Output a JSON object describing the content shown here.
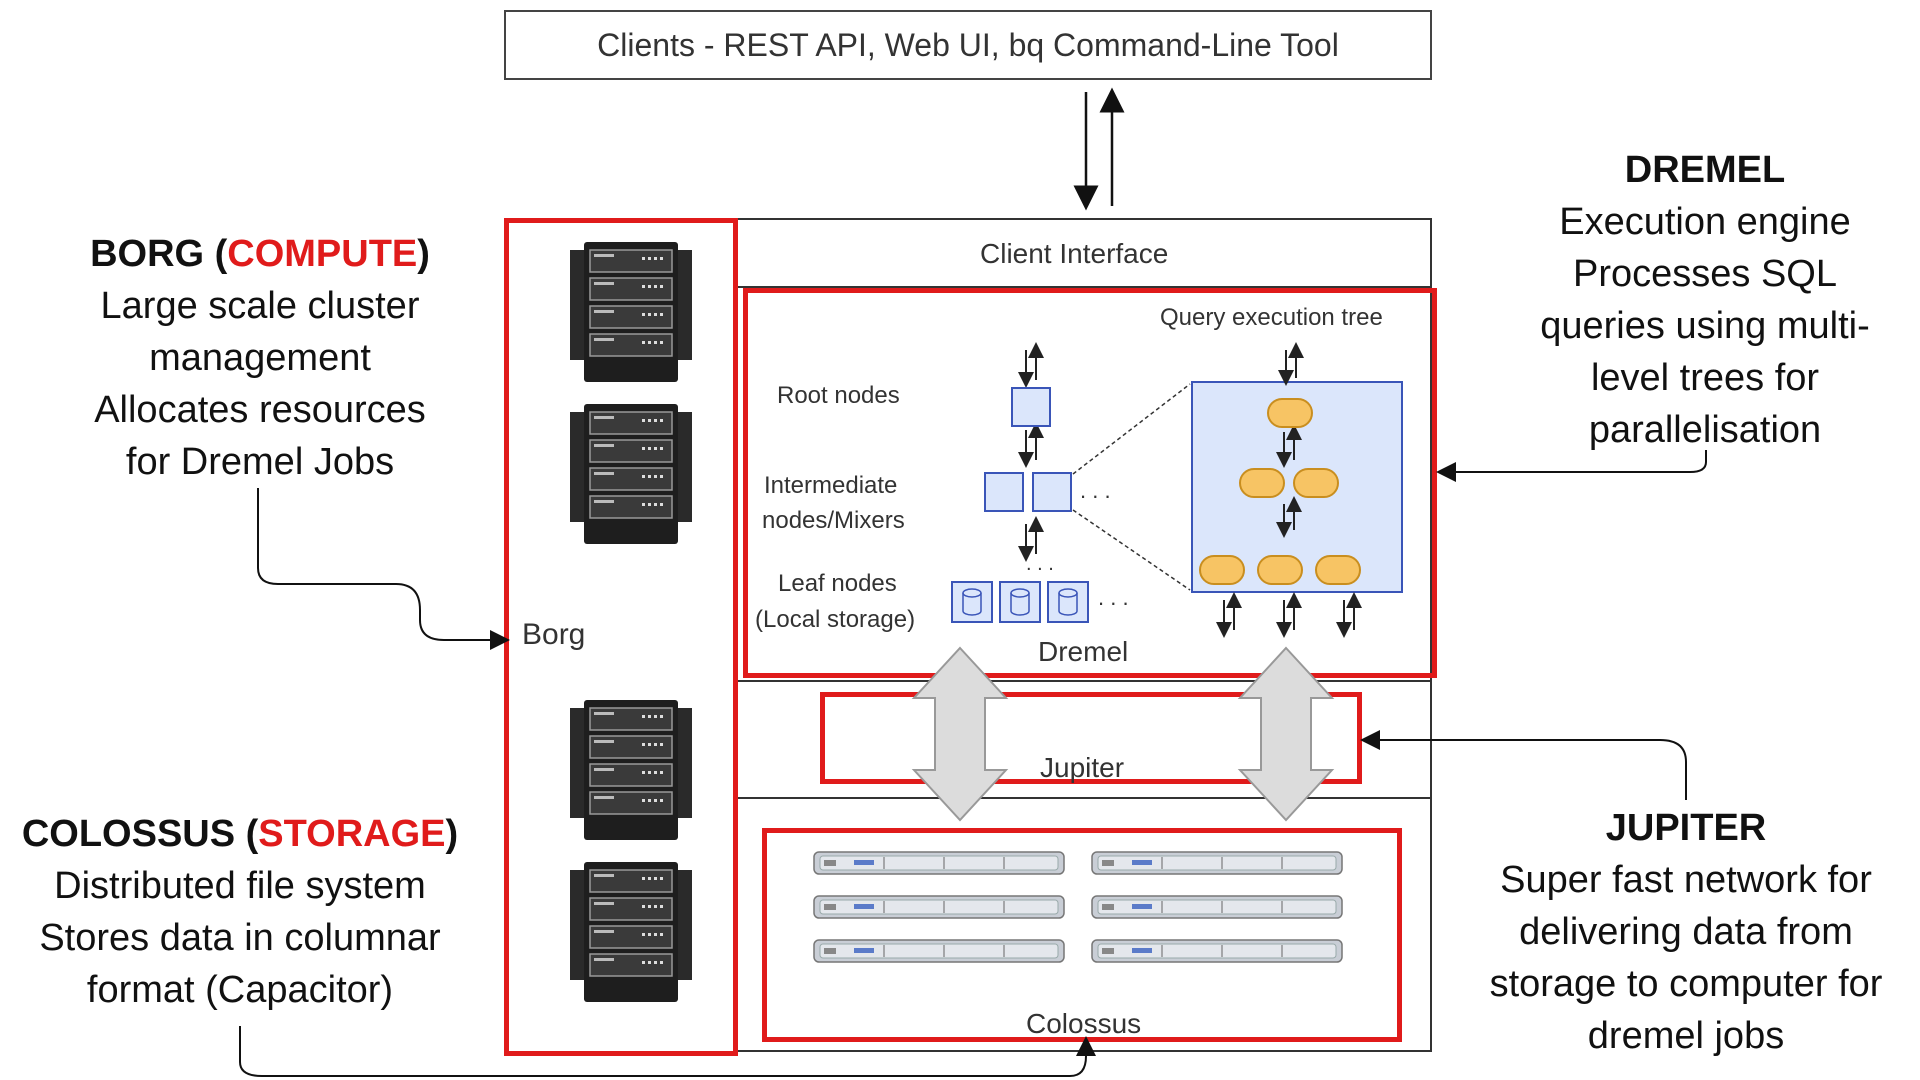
{
  "clients": {
    "label": "Clients - REST API, Web UI, bq Command-Line Tool"
  },
  "main": {
    "client_interface": "Client Interface",
    "borg_label": "Borg",
    "query_tree_label": "Query execution  tree",
    "root_nodes": "Root nodes",
    "intermediate_line1": "Intermediate",
    "intermediate_line2": "nodes/Mixers",
    "leaf_line1": "Leaf nodes",
    "leaf_line2": "(Local storage)",
    "dremel_label": "Dremel",
    "jupiter_label": "Jupiter",
    "colossus_label": "Colossus",
    "ellipsis": ". . ."
  },
  "annotations": {
    "borg": {
      "title_prefix": "BORG (",
      "title_highlight": "COMPUTE",
      "title_suffix": ")",
      "lines": [
        "Large scale cluster",
        "management",
        "Allocates resources",
        "for Dremel Jobs"
      ]
    },
    "colossus": {
      "title_prefix": "COLOSSUS (",
      "title_highlight": "STORAGE",
      "title_suffix": ")",
      "lines": [
        "Distributed file system",
        "Stores data in columnar",
        "format (Capacitor)"
      ]
    },
    "dremel": {
      "title": "DREMEL",
      "lines": [
        "Execution engine",
        "Processes SQL",
        "queries using multi-",
        "level trees for",
        "parallelisation"
      ]
    },
    "jupiter": {
      "title": "JUPITER",
      "lines": [
        "Super fast network for",
        "delivering data from",
        "storage to computer for",
        "dremel jobs"
      ]
    }
  },
  "icons": [
    "server-rack-icon",
    "storage-drive-icon",
    "database-icon",
    "tree-node-icon",
    "double-arrow-icon"
  ],
  "colors": {
    "highlight_red": "#e01b1b",
    "node_blue": "#dbe6fb",
    "node_border": "#3a55b8",
    "tree_node_orange": "#f7c464",
    "arrow_gray": "#dcdcdc"
  }
}
